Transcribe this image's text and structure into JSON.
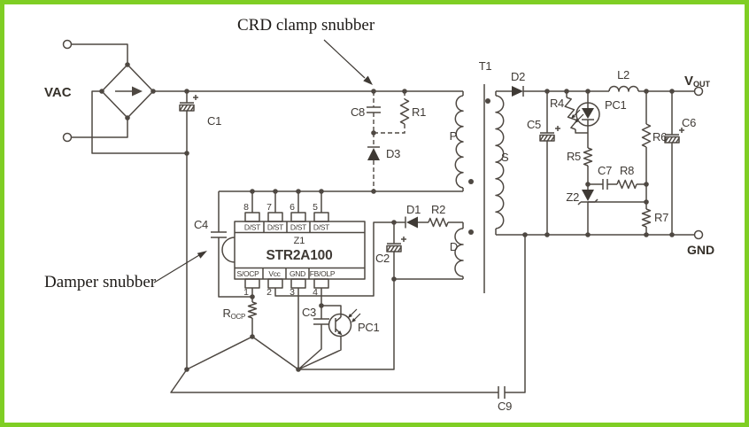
{
  "callouts": {
    "crd": "CRD clamp snubber",
    "damper": "Damper snubber"
  },
  "terminals": {
    "vac": "VAC",
    "vout_main": "V",
    "vout_sub": "OUT",
    "gnd": "GND"
  },
  "ic": {
    "ref": "Z1",
    "part": "STR2A100",
    "top_pins": [
      {
        "num": "8",
        "label": "D/ST"
      },
      {
        "num": "7",
        "label": "D/ST"
      },
      {
        "num": "6",
        "label": "D/ST"
      },
      {
        "num": "5",
        "label": "D/ST"
      }
    ],
    "bottom_pins": [
      {
        "num": "1",
        "label": "S/OCP"
      },
      {
        "num": "2",
        "label": "Vcc"
      },
      {
        "num": "3",
        "label": "GND"
      },
      {
        "num": "4",
        "label": "FB/OLP"
      }
    ]
  },
  "transformer": {
    "ref": "T1",
    "primary": "P",
    "secondary": "S",
    "aux": "D"
  },
  "primary_side": {
    "c1": "C1",
    "c4": "C4",
    "c8": "C8",
    "r1": "R1",
    "d3": "D3",
    "rocp_main": "R",
    "rocp_sub": "OCP",
    "c3": "C3",
    "pc1": "PC1",
    "d1": "D1",
    "r2": "R2",
    "c2": "C2",
    "c9": "C9"
  },
  "secondary_side": {
    "d2": "D2",
    "c5": "C5",
    "r4": "R4",
    "pc1": "PC1",
    "r5": "R5",
    "z2": "Z2",
    "c7": "C7",
    "r8": "R8",
    "r6": "R6",
    "c6": "C6",
    "r7": "R7",
    "l2": "L2"
  },
  "colors": {
    "border": "#7fce24",
    "wire": "#4e4842",
    "text": "#3f3a35"
  }
}
